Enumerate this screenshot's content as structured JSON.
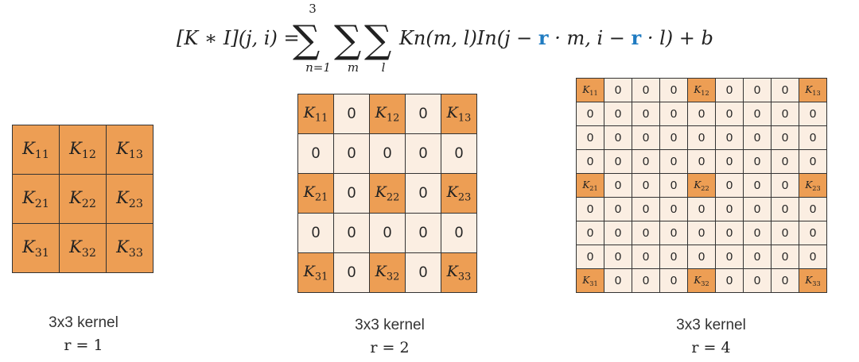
{
  "formula": {
    "lhs": "[K ∗ I](j, i) =",
    "sum_upper": "3",
    "sum_lower_n": "n=1",
    "sum_lower_m": "m",
    "sum_lower_l": "l",
    "term_kernel": "Kn(m, l)In(j − ",
    "r_symbol": "r",
    "term_mid": " · m, i − ",
    "term_end": " · l) + b"
  },
  "colors": {
    "kernel_cell": "#ED9E54",
    "zero_cell": "#FBEEE2",
    "highlight_r": "#1F7BC1",
    "border": "#333333"
  },
  "panels": [
    {
      "caption": "3x3 kernel",
      "r_label": "r = 1",
      "cells": [
        [
          "K11",
          "K12",
          "K13"
        ],
        [
          "K21",
          "K22",
          "K23"
        ],
        [
          "K31",
          "K32",
          "K33"
        ]
      ]
    },
    {
      "caption": "3x3 kernel",
      "r_label": "r = 2",
      "cells": [
        [
          "K11",
          "0",
          "K12",
          "0",
          "K13"
        ],
        [
          "0",
          "0",
          "0",
          "0",
          "0"
        ],
        [
          "K21",
          "0",
          "K22",
          "0",
          "K23"
        ],
        [
          "0",
          "0",
          "0",
          "0",
          "0"
        ],
        [
          "K31",
          "0",
          "K32",
          "0",
          "K33"
        ]
      ]
    },
    {
      "caption": "3x3 kernel",
      "r_label": "r = 4",
      "cells": [
        [
          "K11",
          "0",
          "0",
          "0",
          "K12",
          "0",
          "0",
          "0",
          "K13"
        ],
        [
          "0",
          "0",
          "0",
          "0",
          "0",
          "0",
          "0",
          "0",
          "0"
        ],
        [
          "0",
          "0",
          "0",
          "0",
          "0",
          "0",
          "0",
          "0",
          "0"
        ],
        [
          "0",
          "0",
          "0",
          "0",
          "0",
          "0",
          "0",
          "0",
          "0"
        ],
        [
          "K21",
          "0",
          "0",
          "0",
          "K22",
          "0",
          "0",
          "0",
          "K23"
        ],
        [
          "0",
          "0",
          "0",
          "0",
          "0",
          "0",
          "0",
          "0",
          "0"
        ],
        [
          "0",
          "0",
          "0",
          "0",
          "0",
          "0",
          "0",
          "0",
          "0"
        ],
        [
          "0",
          "0",
          "0",
          "0",
          "0",
          "0",
          "0",
          "0",
          "0"
        ],
        [
          "K31",
          "0",
          "0",
          "0",
          "K32",
          "0",
          "0",
          "0",
          "K33"
        ]
      ]
    }
  ]
}
